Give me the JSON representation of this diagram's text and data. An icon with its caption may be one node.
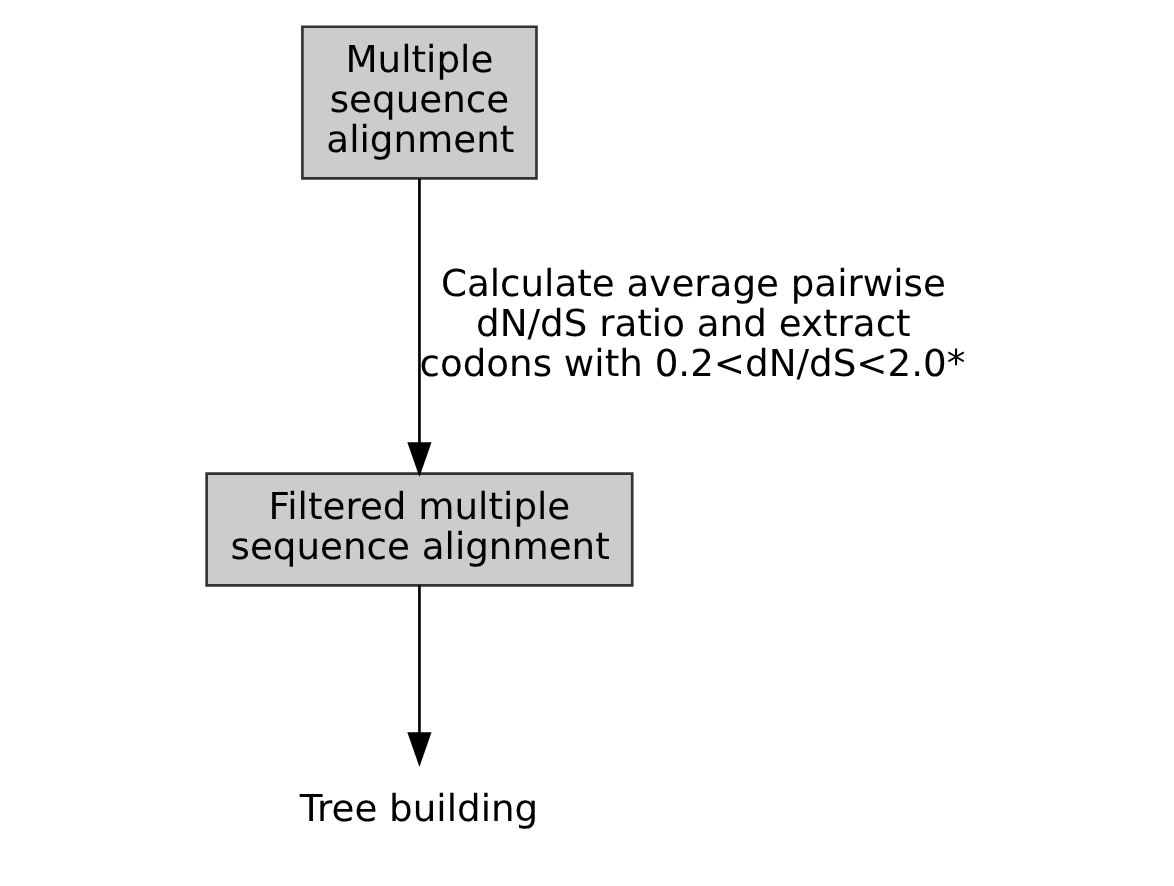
{
  "diagram": {
    "nodes": [
      {
        "text": [
          "Multiple sequence alignment"
        ]
      },
      {
        "text": [
          "Filtered multiple sequence alignment"
        ]
      },
      {
        "text": [
          "Tree building"
        ]
      }
    ],
    "edges": [
      {
        "from": 0,
        "to": 1,
        "arrow": "to",
        "label": "Calculate average pairwise dN/dS ratio and extract codons with 0.2<dN/dS<2.0*"
      },
      {
        "from": 1,
        "to": 2,
        "arrow": "to"
      }
    ]
  }
}
